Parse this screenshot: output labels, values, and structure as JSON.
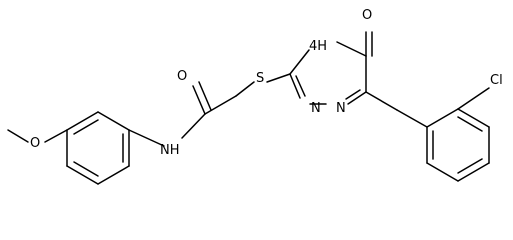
{
  "molecule": {
    "atoms": {
      "o_carbonyl_amide": "O",
      "nh_amide": "NH",
      "o_methoxy": "O",
      "s_thioether": "S",
      "nh_ring": "4H",
      "o_carbonyl_ring": "O",
      "n_ring_1": "N",
      "n_ring_2": "N",
      "cl": "Cl"
    }
  }
}
